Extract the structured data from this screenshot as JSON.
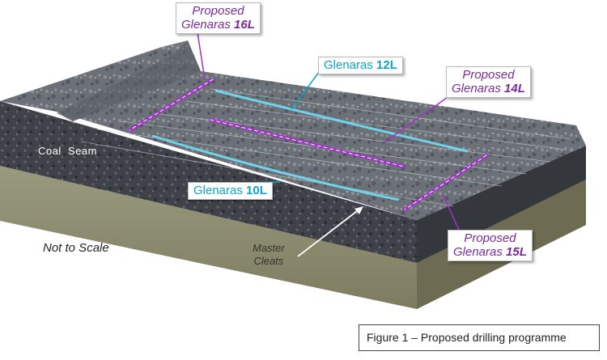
{
  "callouts": {
    "proposed_16l": {
      "line1": "Proposed",
      "line2_prefix": "Glenaras ",
      "line2_bold": "16L"
    },
    "glenaras_12l": {
      "prefix": "Glenaras ",
      "bold": "12L"
    },
    "proposed_14l": {
      "line1": "Proposed",
      "line2_prefix": "Glenaras ",
      "line2_bold": "14L"
    },
    "glenaras_10l": {
      "prefix": "Glenaras ",
      "bold": "10L"
    },
    "proposed_15l": {
      "line1": "Proposed",
      "line2_prefix": "Glenaras ",
      "line2_bold": "15L"
    }
  },
  "labels": {
    "coal_seam": "Coal  Seam",
    "not_to_scale": "Not to Scale",
    "master_cleats_line1": "Master",
    "master_cleats_line2": "Cleats"
  },
  "caption": "Figure 1 – Proposed drilling programme",
  "colors": {
    "existing_well": "#6fd3ea",
    "proposed_well": "#a033c8",
    "coal_top": "#6e7278",
    "coal_side": "#3d4046",
    "underburden": "#8b8a6f"
  }
}
